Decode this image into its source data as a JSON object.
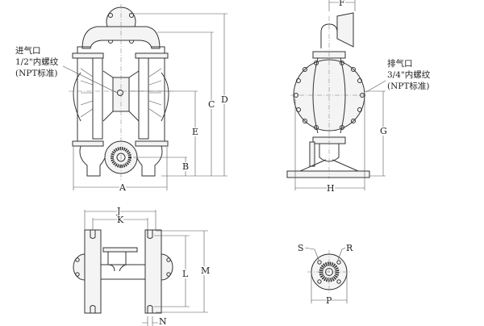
{
  "front_view": {
    "inlet_note": {
      "line1": "进气口",
      "line2": "1/2\"内螺纹",
      "line3": "(NPT标准)"
    },
    "dims": {
      "A": "A",
      "B": "B",
      "C": "C",
      "D": "D",
      "E": "E"
    }
  },
  "side_view": {
    "exhaust_note": {
      "line1": "排气口",
      "line2": "3/4\"内螺纹",
      "line3": "(NPT标准)"
    },
    "dims": {
      "F": "F",
      "G": "G",
      "H": "H"
    }
  },
  "bottom_view": {
    "dims": {
      "J": "J",
      "K": "K",
      "L": "L",
      "M": "M",
      "N": "N"
    }
  },
  "flange_detail": {
    "dims": {
      "S": "S",
      "R": "R",
      "P": "P"
    }
  }
}
